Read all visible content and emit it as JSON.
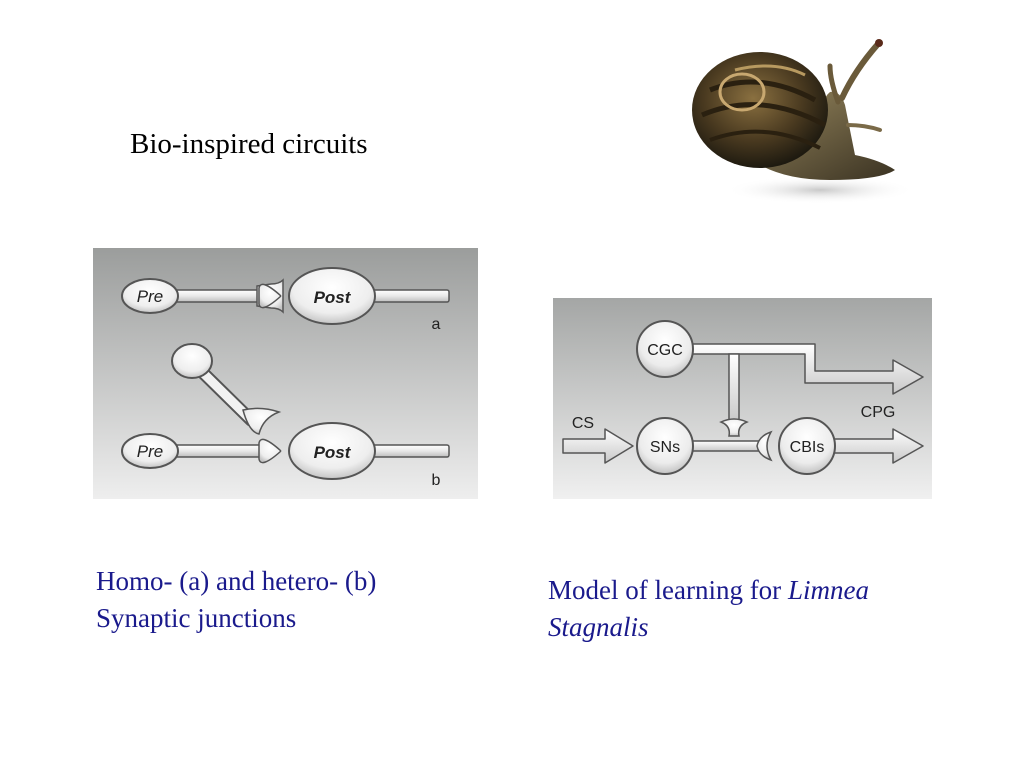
{
  "title": "Bio-inspired circuits",
  "snail_image": {
    "icon": "snail-photo"
  },
  "left_diagram": {
    "neuron_a_pre": "Pre",
    "neuron_a_post": "Post",
    "label_a": "a",
    "neuron_b_pre": "Pre",
    "neuron_b_post": "Post",
    "label_b": "b"
  },
  "right_diagram": {
    "cgc": "CGC",
    "cpg": "CPG",
    "cs": "CS",
    "sns": "SNs",
    "cbis": "CBIs"
  },
  "captions": {
    "left_line1": "Homo- (a) and hetero- (b)",
    "left_line2": "Synaptic junctions",
    "right_plain": "Model of learning for ",
    "right_italic1": "Limnea",
    "right_italic2": "Stagnalis"
  },
  "colors": {
    "caption_text": "#1a1a8c",
    "panel_gradient_top": "#9b9d9c",
    "panel_gradient_bottom": "#eeeeee"
  }
}
